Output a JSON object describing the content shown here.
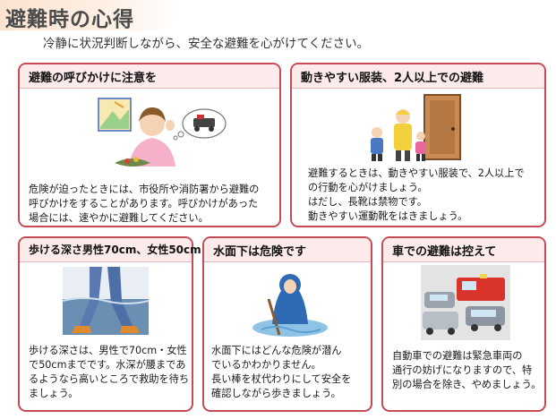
{
  "header": {
    "title": "避難時の心得",
    "subtitle": "冷静に状況判断しながら、安全な避難を心がけてください。"
  },
  "cards": [
    {
      "title": "避難の呼びかけに注意を",
      "lines": [
        "危険が迫ったときには、市役所や消防署から避難の",
        "呼びかけをすることがあります。呼びかけがあった",
        "場合には、速やかに避難してください。"
      ]
    },
    {
      "title": "動きやすい服装、2人以上での避難",
      "lines": [
        "避難するときは、動きやすい服装で、2人以上で",
        "の行動を心がけましょう。",
        "はだし、長靴は禁物です。",
        "動きやすい運動靴をはきましょう。"
      ]
    },
    {
      "title": "歩ける深さ男性70cm、女性50cm",
      "lines": [
        "歩ける深さは、男性で70cm・女性",
        "で50cmまでです。水深が腰まであ",
        "るようなら高いところで救助を待ち",
        "ましょう。"
      ]
    },
    {
      "title": "水面下は危険です",
      "lines": [
        "水面下にはどんな危険が潜ん",
        "でいるかわかりません。",
        "長い棒を杖代わりにして安全を",
        "確認しながら歩きましょう。"
      ]
    },
    {
      "title": "車での避難は控えて",
      "lines": [
        "自動車での避難は緊急車両の",
        "通行の妨げになりますので、特",
        "別の場合を除き、やめましょう。"
      ]
    }
  ]
}
